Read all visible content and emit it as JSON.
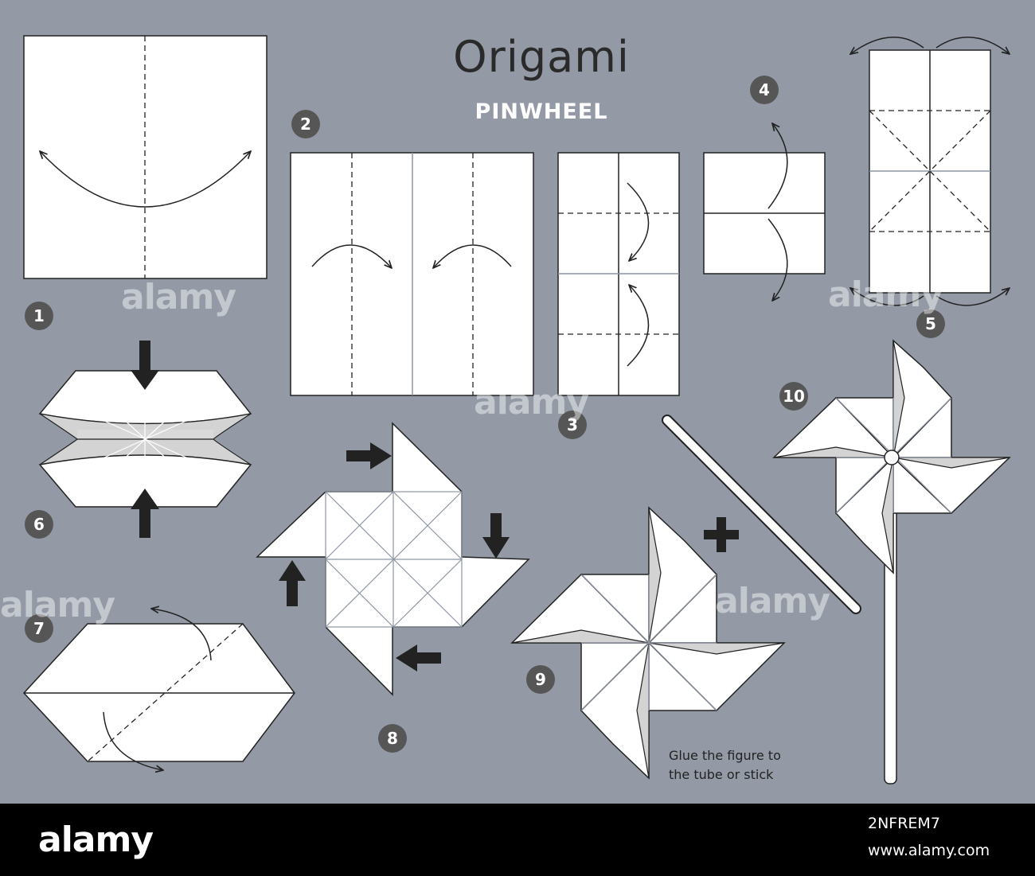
{
  "header": {
    "title": "Origami",
    "subtitle": "PINWHEEL"
  },
  "steps": [
    {
      "number": "1"
    },
    {
      "number": "2"
    },
    {
      "number": "3"
    },
    {
      "number": "4"
    },
    {
      "number": "5"
    },
    {
      "number": "6"
    },
    {
      "number": "7"
    },
    {
      "number": "8"
    },
    {
      "number": "9"
    },
    {
      "number": "10"
    }
  ],
  "instructions": {
    "glue_line1": "Glue the figure to",
    "glue_line2": "the tube or stick"
  },
  "watermark": {
    "text": "alamy"
  },
  "footer": {
    "logo": "alamy",
    "image_id": "2NFREM7",
    "url": "www.alamy.com"
  },
  "colors": {
    "background": "#939aa6",
    "paper": "#ffffff",
    "paper_shade": "#cfcfcf",
    "line": "#2a2a2a",
    "badge": "#565656",
    "footer": "#000000"
  }
}
